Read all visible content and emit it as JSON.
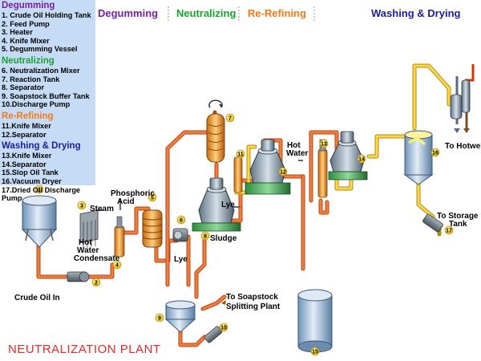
{
  "legend": {
    "sections": [
      {
        "title": "Degumming",
        "color": "#7a1fa0",
        "items": [
          "1.  Crude Oil Holding Tank",
          "2.  Feed Pump",
          "3.  Heater",
          "4.  Knife Mixer",
          "5.  Degumming Vessel"
        ]
      },
      {
        "title": "Neutralizing",
        "color": "#16a52a",
        "items": [
          "6.  Neutralization Mixer",
          "7.  Reaction Tank",
          "8.  Separator",
          "9.  Soapstock Buffer Tank",
          "10.Discharge Pump"
        ]
      },
      {
        "title": "Re-Refining",
        "color": "#f07a1a",
        "items": [
          "11.Knife Mixer",
          "12.Separator"
        ]
      },
      {
        "title": "Washing & Drying",
        "color": "#1c1c9c",
        "items": [
          "13.Knife Mixer",
          "14.Separator",
          "15.Slop Oil Tank",
          "16.Vacuum Dryer",
          "17.Dried Oil Discharge Pump"
        ]
      }
    ]
  },
  "headers": {
    "degumming": "Degumming",
    "neutralizing": "Neutralizing",
    "rerefining": "Re-Refining",
    "washing": "Washing & Drying",
    "degumming_color": "#7a1fa0",
    "neutralizing_color": "#16a52a",
    "rerefining_color": "#f07a1a",
    "washing_color": "#1c1c9c"
  },
  "labels": {
    "steam": "Steam",
    "phosphoric_acid_1": "Phosphoric",
    "phosphoric_acid_2": "Acid",
    "hot_water_cond_1": "Hot",
    "hot_water_cond_2": "Water",
    "hot_water_cond_3": "Condensate",
    "lye_1": "Lye",
    "lye_2": "Lye",
    "sludge": "Sludge",
    "hot_water_1": "Hot",
    "hot_water_2": "Water",
    "to_hotwell": "To Hotwell",
    "to_storage_1": "To Storage",
    "to_storage_2": "Tank",
    "to_soapstock_1": "To Soapstock",
    "to_soapstock_2": "Splitting Plant",
    "crude_oil_in": "Crude Oil In"
  },
  "numbers": [
    "1",
    "2",
    "3",
    "4",
    "5",
    "6",
    "7",
    "8",
    "9",
    "10",
    "11",
    "12",
    "13",
    "14",
    "15",
    "16",
    "17"
  ],
  "title": "NEUTRALIZATION PLANT"
}
